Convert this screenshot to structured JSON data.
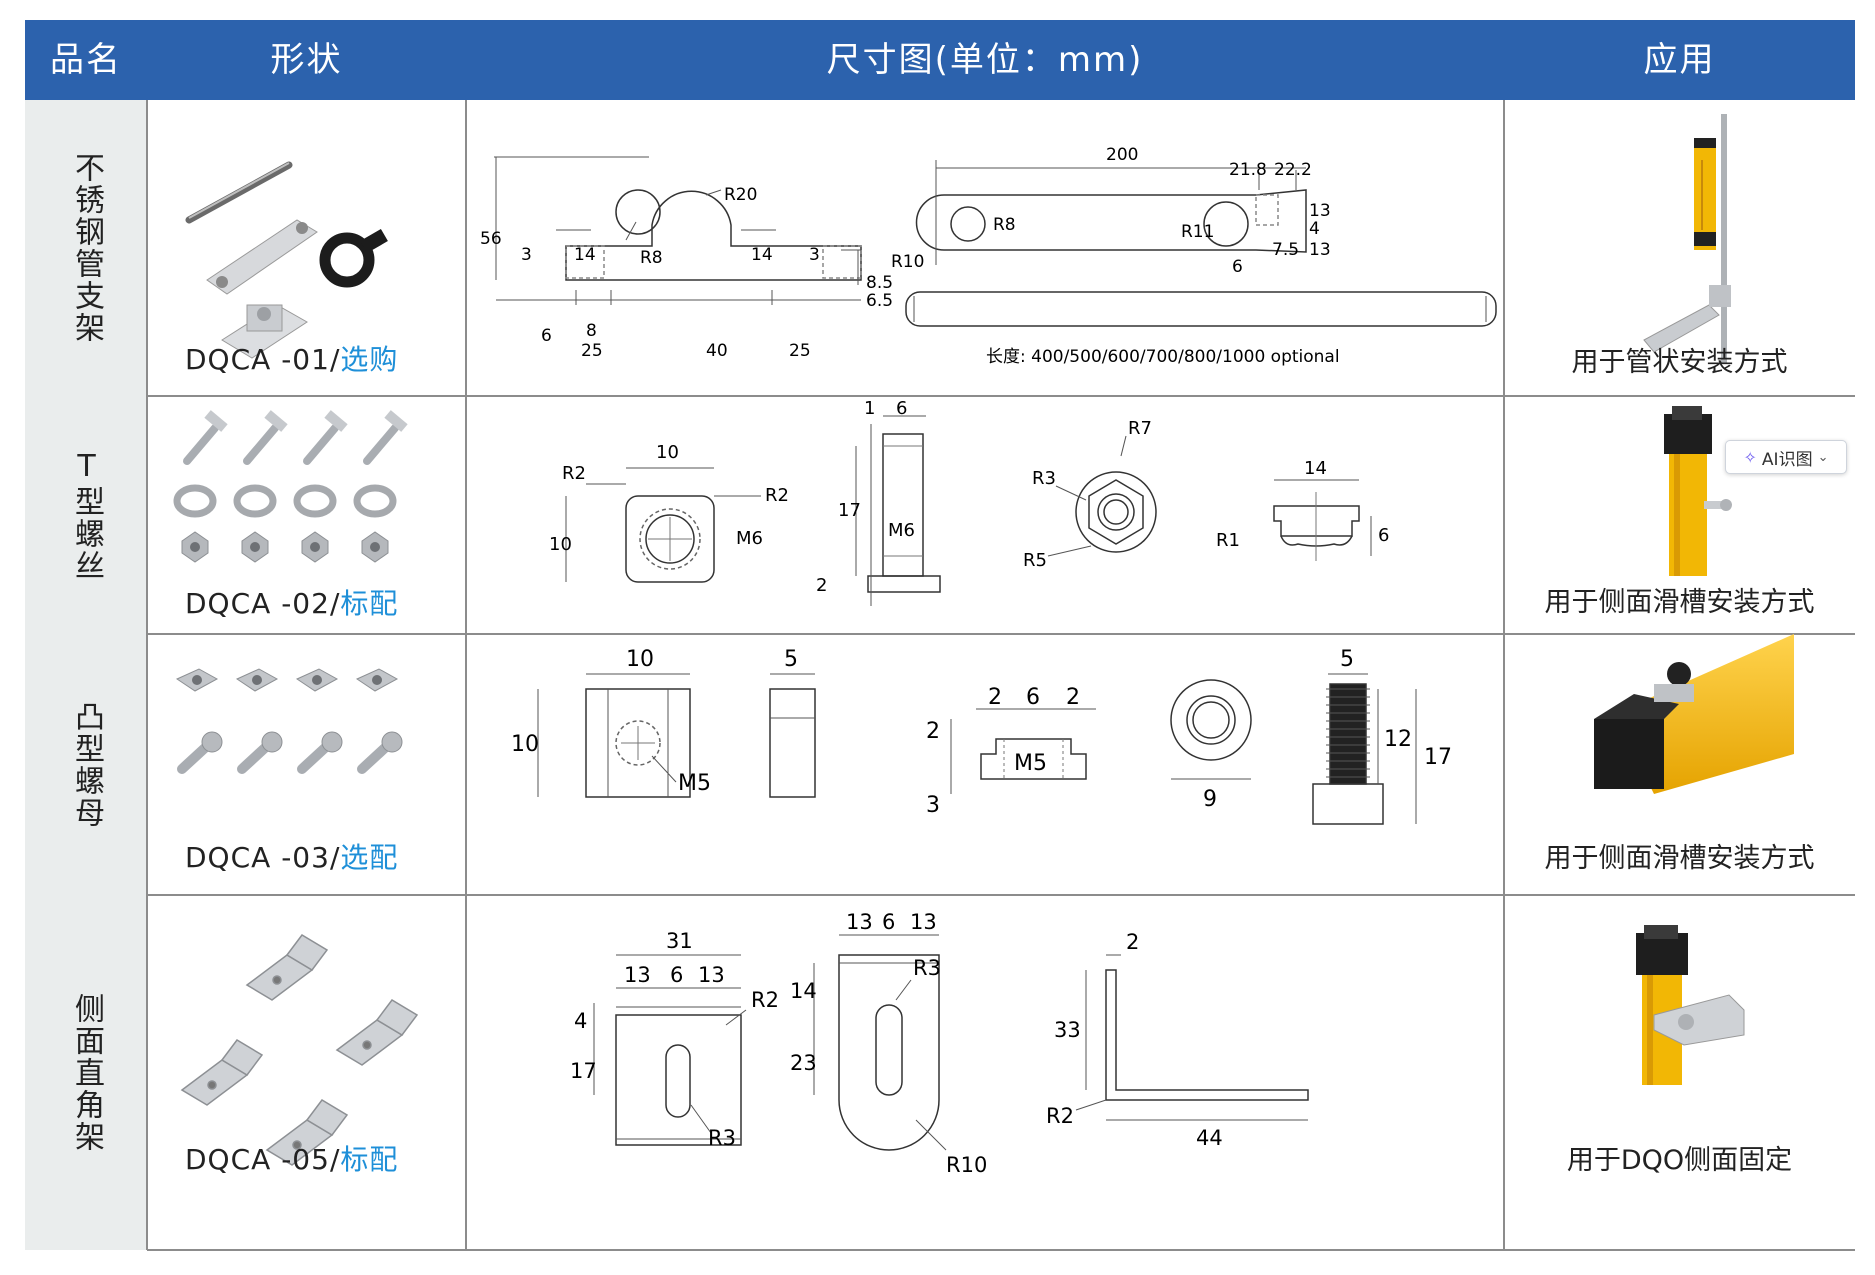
{
  "header": {
    "col_name": "品名",
    "col_shape": "形状",
    "col_dims": "尺寸图(单位：mm)",
    "col_app": "应用"
  },
  "rows": [
    {
      "name": "不锈钢管支架",
      "code": "DQCA -01/",
      "option": "选购",
      "app_text": "用于管状安装方式",
      "dims": {
        "d56": "56",
        "d3a": "3",
        "d14a": "14",
        "r8a": "R8",
        "r20": "R20",
        "d14b": "14",
        "d3b": "3",
        "d85": "8.5",
        "d65": "6.5",
        "d6": "6",
        "d8": "8",
        "d25a": "25",
        "d40": "40",
        "d25b": "25",
        "d200": "200",
        "d218": "21.8",
        "d222": "22.2",
        "r8b": "R8",
        "r11": "R11",
        "r10": "R10",
        "d13a": "13",
        "d4": "4",
        "d75": "7.5",
        "d13b": "13",
        "d6b": "6",
        "length_note": "长度: 400/500/600/700/800/1000 optional"
      }
    },
    {
      "name": "T型螺丝",
      "code": "DQCA -02/",
      "option": "标配",
      "app_text": "用于侧面滑槽安装方式",
      "dims": {
        "d10": "10",
        "r2a": "R2",
        "r2b": "R2",
        "d10v": "10",
        "m6": "M6",
        "d1": "1",
        "d6": "6",
        "d17": "17",
        "m6b": "M6",
        "d2": "2",
        "r7": "R7",
        "r3": "R3",
        "r5": "R5",
        "d14": "14",
        "r1": "R1",
        "d6b": "6"
      }
    },
    {
      "name": "凸型螺母",
      "code": "DQCA -03/",
      "option": "选配",
      "app_text": "用于侧面滑槽安装方式",
      "dims": {
        "d10": "10",
        "d10v": "10",
        "m5": "M5",
        "d5": "5",
        "d2a": "2",
        "d6": "6",
        "d2b": "2",
        "d2c": "2",
        "m5b": "M5",
        "d3": "3",
        "d9": "9",
        "d5b": "5",
        "d12": "12",
        "d17": "17"
      }
    },
    {
      "name": "侧面直角架",
      "code": "DQCA -05/",
      "option": "标配",
      "app_text": "用于DQO侧面固定",
      "dims": {
        "d31": "31",
        "d13a": "13",
        "d6a": "6",
        "d13b": "13",
        "r2": "R2",
        "d4": "4",
        "d17": "17",
        "r3": "R3",
        "d13c": "13",
        "d6b": "6",
        "d13d": "13",
        "d14": "14",
        "d23": "23",
        "r3b": "R3",
        "r10": "R10",
        "d2": "2",
        "d33": "33",
        "r2b": "R2",
        "d44": "44"
      }
    }
  ],
  "ai_button": {
    "label": "AI识图"
  },
  "colors": {
    "header_bg": "#2c62ad",
    "option_text": "#1e8fd8",
    "name_col_bg": "#eaeded",
    "rail_yellow": "#f2b705"
  }
}
